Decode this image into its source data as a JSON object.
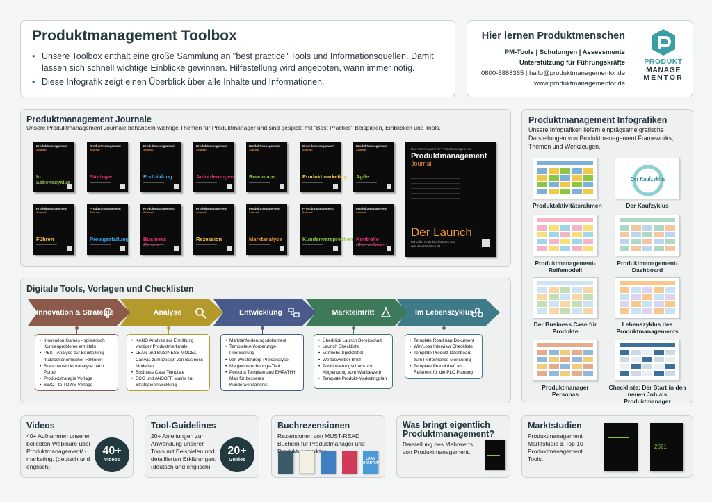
{
  "header": {
    "title": "Produktmanagement Toolbox",
    "bullets": [
      "Unsere Toolbox enthält eine große Sammlung an \"best practice\" Tools und Informationsquellen. Damit lassen sich schnell wichtige Einblicke gewinnen. Hilfestellung wird angeboten, wann immer nötig.",
      "Diese Infografik zeigt einen Überblick über alle Inhalte und Informationen."
    ]
  },
  "contact": {
    "title": "Hier lernen Produktmenschen",
    "line1": "PM-Tools | Schulungen | Assessments",
    "line2": "Unterstützung für Führungskräfte",
    "phone_email": "0800-5888365  |  hallo@produktmanagementor.de",
    "web": "www.produktmanagementor.de",
    "logo": [
      "PRODUKT",
      "MANAGE",
      "MENTOR"
    ]
  },
  "journals": {
    "title": "Produktmanagement Journale",
    "subtitle": "Unsere Produktmanagement Journale behandeln wichtige Themen für Produktmanager und sind gespickt mit \"Best Practice\" Beispielen, Einblicken und Tools.",
    "brand": "Produktmanagement",
    "brand2": "Journal",
    "row1": [
      {
        "label": "In Lebenszyklus",
        "color": "#8cc63f"
      },
      {
        "label": "Strategie",
        "color": "#e6336f"
      },
      {
        "label": "Fortbildung",
        "color": "#3fa9f5"
      },
      {
        "label": "Anforderungen",
        "color": "#e6336f"
      },
      {
        "label": "Roadmaps",
        "color": "#8cc63f"
      },
      {
        "label": "Produktmarketing",
        "color": "#f7c948"
      },
      {
        "label": "Agile",
        "color": "#8cc63f"
      }
    ],
    "row2": [
      {
        "label": "Führen",
        "color": "#f7c948"
      },
      {
        "label": "Preisgestaltung",
        "color": "#3fa9f5"
      },
      {
        "label": "Business Cases",
        "color": "#e6336f"
      },
      {
        "label": "Rezession",
        "color": "#f7c948"
      },
      {
        "label": "Marktanalyse",
        "color": "#f39c34"
      },
      {
        "label": "Kundenversprechen",
        "color": "#8cc63f"
      },
      {
        "label": "Kontrolle übernehmen",
        "color": "#e6336f"
      }
    ],
    "featured": {
      "kicker": "Das Fachmagazin für Produktmanagement",
      "title1": "Produktmanagement",
      "title2": "Journal",
      "label": "Der Launch",
      "tagline": "Mit voller Kraft durchstarten und was zu vermeiden ist"
    }
  },
  "infographics": {
    "title": "Produktmanagement Infografiken",
    "subtitle": "Unsere Infografiken liefern einprägsame grafische Darstellungen von Produktmanagement Frameworks, Themen und Werkzeugen.",
    "items": [
      "Produktaktivitätsrahmen",
      "Der Kaufzyklus",
      "Produktmanagement-Reifemodell",
      "Produktmanagement-Dashboard",
      "Der Business Case für Produkte",
      "Lebenszyklus des Produktmanagements",
      "Produktmanager Personas",
      "Checkliste: Der Start in den neuen Job als Produktmanager"
    ],
    "cycle_label": "Der Kaufzyklus"
  },
  "tools": {
    "title": "Digitale Tools, Vorlagen und Checklisten",
    "stages": [
      {
        "label": "Innovation & Strategie",
        "color": "#8b5a4a",
        "items": [
          "Innovation Games - spielerisch Kundenprobleme ermitteln",
          "PEST-Analyse zur Beurteilung makroökonomischer Faktoren",
          "Branchenstrukturanalyse nach Porter",
          "Produktstrategie Vorlage",
          "SWOT to TOWS Vorlage"
        ]
      },
      {
        "label": "Analyse",
        "color": "#b39a2a",
        "items": [
          "KANO Analyse zur Ermittlung wertiger Produktmerkmale",
          "LEAN und BUSINESS MODEL Canvas zum Design von Business Modellen",
          "Business Case Template",
          "BCG und ANSOFF Matrix zur Strategieentwicklung"
        ]
      },
      {
        "label": "Entwicklung",
        "color": "#4a5a8a",
        "items": [
          "Marktanforderungsdokument",
          "Template Anforderungs-Priorisierung",
          "van Westendorp Preisanalyse",
          "Margenberechnungs-Tool",
          "Persona Template and EMPATHY Map für besseres Kundenverständnis"
        ]
      },
      {
        "label": "Markteintritt",
        "color": "#3e7a5a",
        "items": [
          "Überblick Launch Bereitschaft",
          "Launch Checkliste",
          "Vertriebs-Spickzettel",
          "Wettbewerber-Brief",
          "Positionierungscharts zur Abgrenzung vom Wettbewerb",
          "Template Produkt-Marketingplan"
        ]
      },
      {
        "label": "Im Lebenszyklus",
        "color": "#3e7a88",
        "items": [
          "Template Roadmap-Dokument",
          "Win/Loss Interview Checkliste",
          "Template Produkt-Dashboard zum Performance Monitoring",
          "Template Produktheft als Referenz für die PLC Planung"
        ]
      }
    ]
  },
  "videos": {
    "title": "Videos",
    "text": "40+ Aufnahmen unserer beliebten Webinare über Produktmanagement/ -marketing. (deutsch und englisch)",
    "badge_num": "40+",
    "badge_label": "Videos"
  },
  "guidelines": {
    "title": "Tool-Guidelines",
    "text": "20+ Anleitungen zur Anwendung unserer Tools mit Beispielen und detaillierten Erklärungen. (deutsch und englisch)",
    "badge_num": "20+",
    "badge_label": "Guides"
  },
  "books": {
    "title": "Buchrezensionen",
    "text": "Rezensionen von MUST-READ Büchern für Produktmanager und Produktvermarkter.",
    "covers": [
      "LEAN STARTUP"
    ]
  },
  "value": {
    "title": "Was bringt eigentlich Produktmanagement?",
    "text": "Darstellung des Mehrwerts von Produktmanagement."
  },
  "studies": {
    "title": "Marktstudien",
    "text": "Produktmanagement Marktstudie & Top 10 Produktmanagement Tools.",
    "year": "2021"
  },
  "colors": {
    "primary": "#22393f",
    "accent": "#2a8a8f",
    "logo": "#3a9ea5"
  }
}
